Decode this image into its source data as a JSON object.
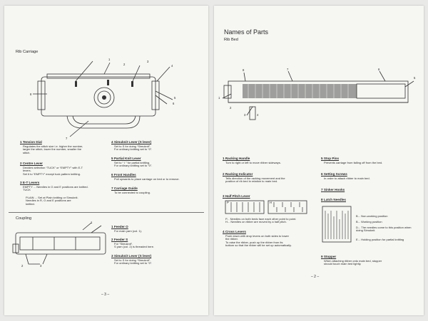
{
  "left_page": {
    "section_title": "Rib Carriage",
    "callouts": [
      "1",
      "2",
      "3",
      "4",
      "5",
      "6",
      "7",
      "8"
    ],
    "items": [
      {
        "num": "1",
        "title": "Tension Dial",
        "lines": [
          "Regulates the stitch size i.e. higher the number,",
          "larger the stitch; lower the number, smaller the",
          "stitch."
        ]
      },
      {
        "num": "2",
        "title": "Centre Lever",
        "lines": [
          "Decides selection “TUCK” or “EMPTY” with E-T",
          "levers.",
          "Set it to “EMPTY” except tuck pattern knitting."
        ]
      },
      {
        "num": "3",
        "title": "E-T Levers",
        "lines": [
          "EMPTY ... Needles in O and E positions are knitted.",
          "TUCK"
        ]
      },
      {
        "num": "",
        "title": "",
        "lines": [
          "PLAIN ... Set at Plain knitting or Simuknit.",
          "Needles in R, O and E positions are",
          "knitted."
        ]
      },
      {
        "num": "4",
        "title": "Simuknit Lever (S lever)",
        "lines": [
          "Set to S for doing “Simuknit”.",
          "For ordinary knitting set to “0”."
        ]
      },
      {
        "num": "5",
        "title": "Partial Knit Lever",
        "lines": [
          "Set to “ I ” for partial knitting.",
          "For ordinary knitting set to “0”."
        ]
      },
      {
        "num": "6",
        "title": "Front Handles",
        "lines": [
          "Pull upwards to place carriage on bed or to remove."
        ]
      },
      {
        "num": "7",
        "title": "Carriage Guide",
        "lines": [
          "To be connected to coupling."
        ]
      }
    ],
    "coupling_title": "Coupling",
    "coupling_callouts": [
      "1",
      "2",
      "3"
    ],
    "coupling_items": [
      {
        "num": "1",
        "title": "Feeder O",
        "lines": [
          "For main yarn (col. 1)."
        ]
      },
      {
        "num": "2",
        "title": "Feeder S",
        "lines": [
          "For “Simuknit”.",
          "S yarn (col. 2) is threaded here."
        ]
      },
      {
        "num": "3",
        "title": "Simuknit Lever (S lever)",
        "lines": [
          "Set to S for doing “Simuknit”.",
          "For ordinary knitting set to “0”."
        ]
      }
    ],
    "page_number": "– 3 –"
  },
  "right_page": {
    "title": "Names of Parts",
    "subtitle": "Rib Bed",
    "callouts": [
      "1",
      "2",
      "3",
      "4",
      "5",
      "6",
      "7",
      "8"
    ],
    "items_left": [
      {
        "num": "1",
        "title": "Racking Handle",
        "lines": [
          "Turn to right or left to move ribber sideways."
        ]
      },
      {
        "num": "2",
        "title": "Racking Indicator",
        "lines": [
          "Tells direction of the racking movement and the",
          "position of rib bed in relation to main bed."
        ]
      },
      {
        "num": "3",
        "title": "Half Pitch Lever",
        "lines": []
      },
      {
        "num": "4",
        "title": "Cross Levers",
        "lines": [
          "Push down with drop levers on both sides to lower",
          "the ribber.",
          "To raise the ribber, push up the ribber from its",
          "bottom so that the ribber will be set up automatically."
        ]
      }
    ],
    "half_pitch_notes": [
      "P... Needles on both beds face each other point to point.",
      "H... Needles on ribber are moved by a half pitch."
    ],
    "half_pitch_labels": [
      "P",
      "H"
    ],
    "items_right": [
      {
        "num": "5",
        "title": "Stop Pins",
        "lines": [
          "Prevents carriage from falling off from the bed."
        ]
      },
      {
        "num": "6",
        "title": "Setting Screws",
        "lines": [
          "In order to attach ribber to main bed."
        ]
      },
      {
        "num": "7",
        "title": "Sinker Hooks",
        "lines": []
      },
      {
        "num": "8",
        "title": "Latch Needles",
        "lines": []
      }
    ],
    "needle_positions": [
      {
        "label": "B",
        "text": "... Non-working position"
      },
      {
        "label": "B",
        "text": "... Working position"
      },
      {
        "label": "D",
        "text": "... The needles come to this position when doing Simuknit."
      },
      {
        "label": "E",
        "text": "... Holding position for partial knitting"
      }
    ],
    "stopper": {
      "num": "9",
      "title": "Stopper",
      "lines": [
        "When attaching ribber onto main bed, stopper",
        "should touch main bed lightly."
      ]
    },
    "page_number": "– 2 –"
  },
  "colors": {
    "paper": "#f6f6f3",
    "background": "#e9e9e7",
    "ink": "#2a2a2a"
  }
}
